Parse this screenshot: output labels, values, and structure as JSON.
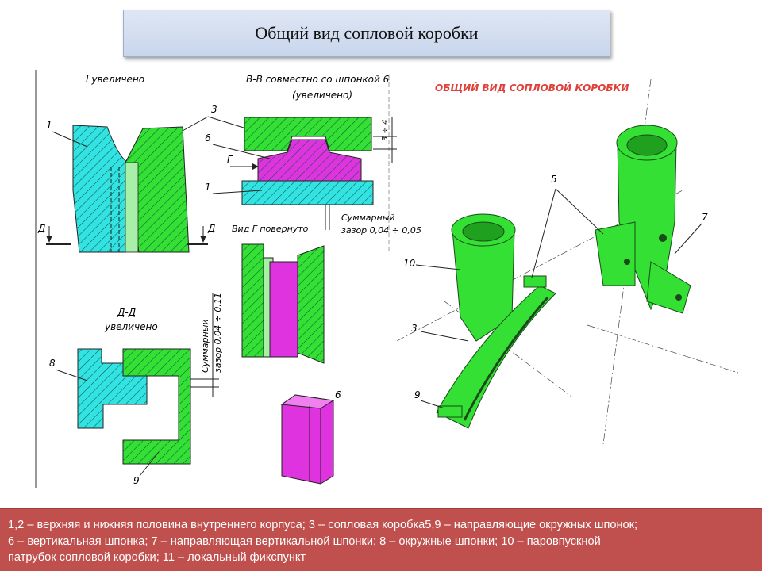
{
  "slide": {
    "title": "Общий вид сопловой коробки"
  },
  "drawing": {
    "colors": {
      "cyan": "#33e3e3",
      "green": "#33e033",
      "magenta": "#e033e0",
      "light_green": "#a8f0a8",
      "red_title": "#e0403a"
    },
    "labels": {
      "view_i": "I увеличено",
      "view_bb_1": "В-В совместно со шпонкой 6",
      "view_bb_2": "(увеличено)",
      "view_g": "Вид Г повернуто",
      "view_dd_1": "Д-Д",
      "view_dd_2": "увеличено",
      "gap_top_1": "Суммарный",
      "gap_top_2": "зазор 0,04 ÷ 0,05",
      "gap_side_1": "Суммарный",
      "gap_side_2": "зазор 0,04 ÷ 0,11",
      "dim_3_4": "3 ÷ 4",
      "iso_title": "ОБЩИЙ ВИД СОПЛОВОЙ КОРОБКИ",
      "d_left": "Д",
      "d_right": "Д",
      "g_arrow": "Г"
    },
    "callouts": [
      "1",
      "3",
      "6",
      "1",
      "8",
      "9",
      "6",
      "5",
      "7",
      "10",
      "3",
      "9"
    ]
  },
  "caption": {
    "line1": "1,2 – верхняя и нижняя половина внутреннего корпуса; 3 – сопловая коробка5,9 – направляющие окружных шпонок;",
    "line2": "6 – вертикальная шпонка; 7 – направляющая вертикальной шпонки; 8 – окружные шпонки; 10 – паровпускной",
    "line3": "патрубок сопловой коробки; 11 – локальный фикспункт"
  }
}
